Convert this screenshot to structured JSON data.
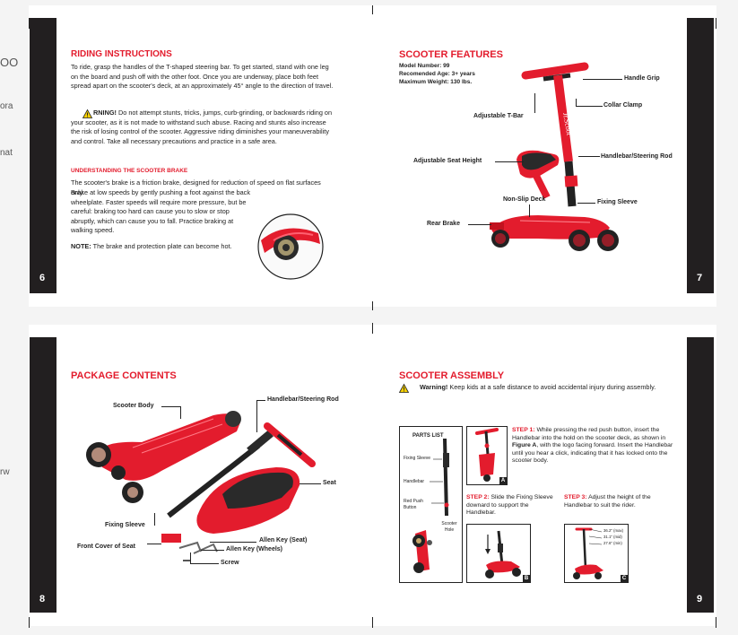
{
  "background_fragments": [
    "OO",
    "ora",
    "nat",
    "rw"
  ],
  "page6": {
    "number": "6",
    "title": "RIDING INSTRUCTIONS",
    "intro": "To ride, grasp the handles of the T-shaped steering bar. To get started, stand with one leg on the board and push off with the other foot. Once you are underway, place both feet spread apart on the scooter's deck, at an approximately 45° angle to the direction of travel.",
    "warning_label": "RNING!",
    "warning_text": "Do not attempt stunts, tricks, jumps, curb-grinding, or backwards riding on your scooter, as it is not made to withstand such abuse. Racing and stunts also increase the risk of losing control of the scooter. Aggressive riding diminishes your maneuverability and control. Take all necessary precautions and practice in a safe area.",
    "brake_title": "UNDERSTANDING THE SCOOTER BRAKE",
    "brake_text_1": "The scooter's brake is a friction brake, designed for reduction of speed on flat surfaces only.",
    "brake_text_bold": "Brake at low speeds by gently pushing a foot against the back wheelplate. Faster speeds will require more pressure, but be careful: braking too hard can cause you to slow or stop abruptly, which can cause you to fall. Practice braking at walking speed.",
    "note_label": "NOTE:",
    "note_text": "The brake and protection plate can become hot."
  },
  "page7": {
    "number": "7",
    "title": "SCOOTER FEATURES",
    "model": "Model Number: 99",
    "age": "Recomended Age: 3+ years",
    "weight": "Maximum Weight: 130 lbs.",
    "labels": {
      "handle_grip": "Handle Grip",
      "collar_clamp": "Collar Clamp",
      "adjustable_tbar": "Adjustable T-Bar",
      "seat_height": "Adjustable Seat Height",
      "steering_rod": "Handlebar/Steering Rod",
      "non_slip": "Non-Slip Deck",
      "fixing_sleeve": "Fixing Sleeve",
      "rear_brake": "Rear Brake"
    }
  },
  "page8": {
    "number": "8",
    "title": "PACKAGE CONTENTS",
    "labels": {
      "scooter_body": "Scooter Body",
      "steering_rod": "Handlebar/Steering Rod",
      "seat": "Seat",
      "fixing_sleeve": "Fixing Sleeve",
      "front_cover": "Front Cover of Seat",
      "allen_seat": "Allen Key (Seat)",
      "allen_wheels": "Allen Key (Wheels)",
      "screw": "Screw"
    }
  },
  "page9": {
    "number": "9",
    "title": "SCOOTER ASSEMBLY",
    "warning_label": "Warning!",
    "warning_text": "Keep kids at a safe distance to avoid accidental injury during assembly.",
    "parts_list": "PARTS LIST",
    "parts": {
      "fixing_sleeve": "Fixing Sleeve",
      "handlebar": "Handlebar",
      "red_push": "Red Push Button",
      "scooter_hole": "Scooter Hole"
    },
    "step1_label": "STEP 1:",
    "step1_text": "While pressing the red push button, insert the Handlebar into the hold on the scooter deck, as shown in",
    "step1_fig": "Figure A",
    "step1_text2": ", with the logo facing forward. Insert the Handlebar until you hear a click, indicating that it has locked onto the scooter body.",
    "step2_label": "STEP 2:",
    "step2_text": "Slide the Fixing Sleeve downard to support the Handlebar.",
    "step3_label": "STEP 3:",
    "step3_text": "Adjust the height of the Handlebar to suit the rider.",
    "fig_a": "A",
    "fig_b": "B",
    "fig_c": "C",
    "heights": [
      "36.2\" (max)",
      "31.1\" (mid)",
      "27.6\" (min)"
    ]
  },
  "colors": {
    "accent": "#e31c2d",
    "dark": "#221f20"
  }
}
